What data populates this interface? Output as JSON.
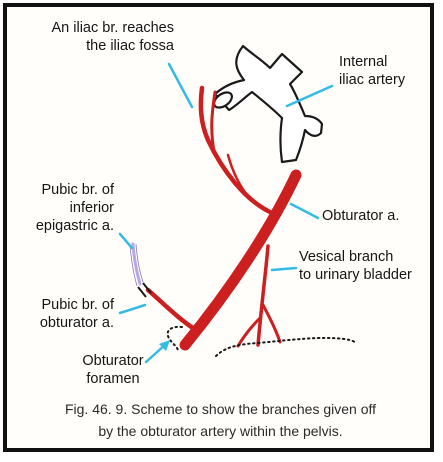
{
  "labels": {
    "iliac_branch": [
      "An iliac br. reaches",
      "the iliac fossa"
    ],
    "internal_iliac": [
      "Internal",
      "iliac artery"
    ],
    "pubic_inferior_epigastric": [
      "Pubic br. of",
      "inferior",
      "epigastric a."
    ],
    "obturator_artery": [
      "Obturator a."
    ],
    "vesical_branch": [
      "Vesical branch",
      "to urinary bladder"
    ],
    "pubic_obturator": [
      "Pubic br. of",
      "obturator a."
    ],
    "obturator_foramen": [
      "Obturator",
      "foramen"
    ]
  },
  "caption": [
    "Fig. 46. 9. Scheme to show the branches given off",
    "by the obturator artery within the pelvis."
  ],
  "colors": {
    "artery": "#cc1f1f",
    "leader": "#33bbe6",
    "vessel_outline": "#1a1a1a",
    "epigastric_vessel": "#b9a6e6"
  }
}
